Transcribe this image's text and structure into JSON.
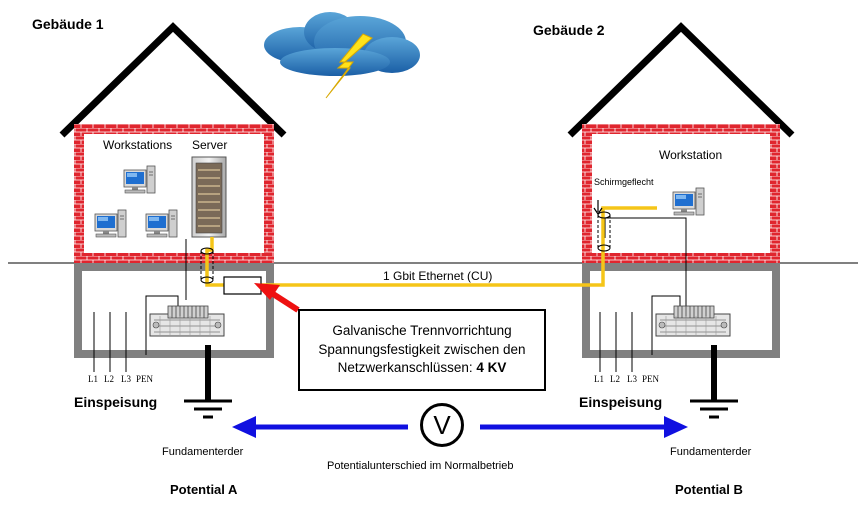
{
  "buildings": {
    "b1_title": "Gebäude 1",
    "b2_title": "Gebäude 2",
    "b1_workstations_label": "Workstations",
    "b1_server_label": "Server",
    "b2_workstation_label": "Workstation",
    "schirmgeflecht_label": "Schirmgeflecht"
  },
  "cable_label": "1 Gbit Ethernet (CU)",
  "callout": {
    "line1": "Galvanische Trennvorrichtung",
    "line2": "Spannungsfestigkeit zwischen den",
    "line3_prefix": "Netzwerkanschlüssen: ",
    "line3_bold": "4 KV"
  },
  "phases": [
    "L1",
    "L2",
    "L3",
    "PEN"
  ],
  "einspeisung_label": "Einspeisung",
  "fundamenterder_label": "Fundamenterder",
  "voltmeter_symbol": "V",
  "potential_diff_label": "Potentialunterschied im Normalbetrieb",
  "potential_a": "Potential A",
  "potential_b": "Potential B",
  "colors": {
    "brick": "#e0252e",
    "foundation": "#808080",
    "cable": "#f5c518",
    "arrow_blue": "#1010e0",
    "callout_arrow": "#ee1111"
  },
  "icons": [
    "lightning-cloud-icon",
    "workstation-icon",
    "server-rack-icon",
    "distribution-board-icon",
    "ground-symbol-icon",
    "voltmeter-icon",
    "isolator-icon"
  ]
}
